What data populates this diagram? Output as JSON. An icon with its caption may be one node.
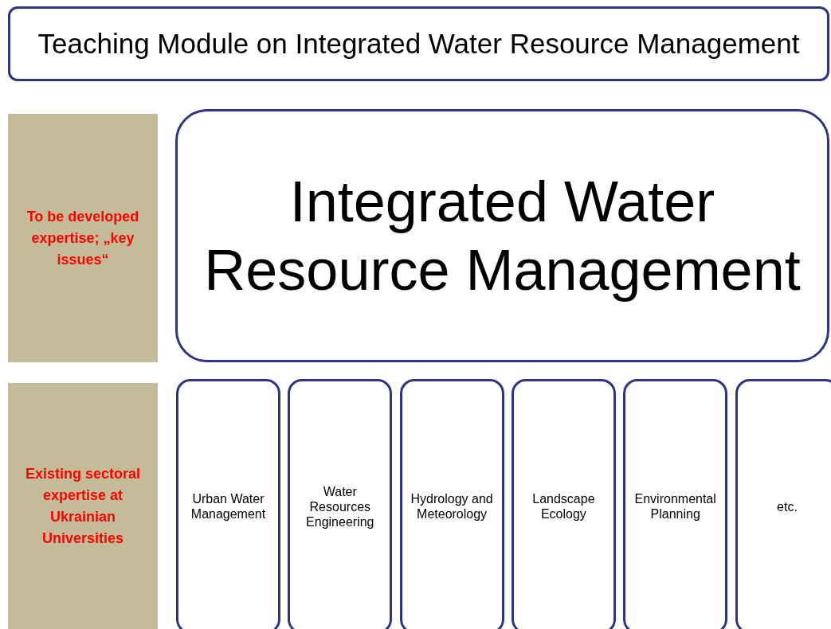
{
  "diagram": {
    "nodes": [
      {
        "text": [
          "Teaching Module on Integrated Water Resource Management"
        ]
      },
      {
        "text": [
          "To be developed expertise; „key issues“"
        ]
      },
      {
        "text": [
          "Integrated Water Resource Management"
        ]
      },
      {
        "text": [
          "Existing sectoral expertise at Ukrainian Universities"
        ]
      },
      {
        "text": [
          "Urban Water Management"
        ]
      },
      {
        "text": [
          "Water Resources Engineering"
        ]
      },
      {
        "text": [
          "Hydrology and Meteorology"
        ]
      },
      {
        "text": [
          "Landscape Ecology"
        ]
      },
      {
        "text": [
          "Environmental Planning"
        ]
      },
      {
        "text": [
          "etc."
        ]
      }
    ]
  }
}
